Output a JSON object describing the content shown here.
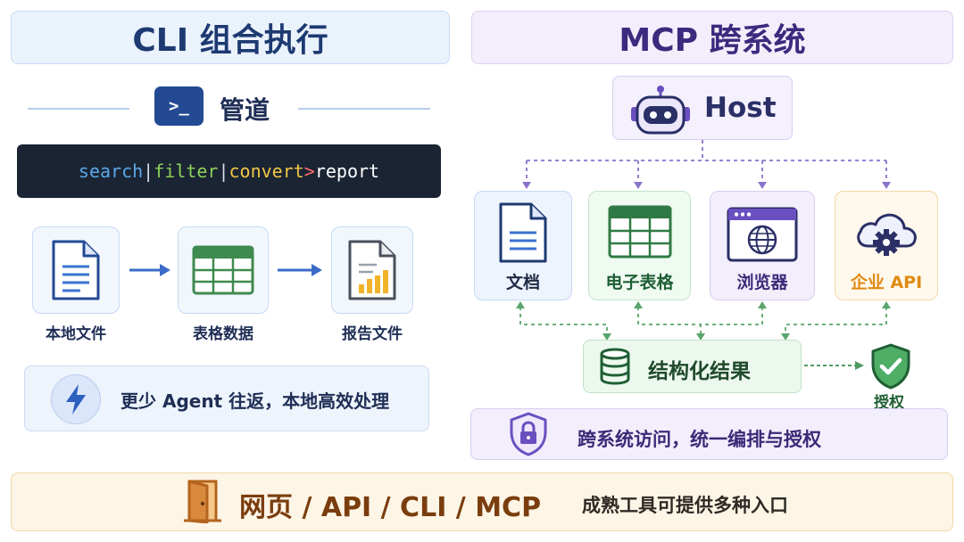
{
  "left_panel": {
    "title": "CLI 组合执行",
    "pipe_section": {
      "icon": "terminal-icon",
      "label": "管道"
    },
    "command": {
      "search": "search",
      "filter": "filter",
      "convert": "convert",
      "report": "report",
      "pipe_symbol": "|",
      "redirect_symbol": ">"
    },
    "flow": [
      {
        "icon": "document-icon",
        "label": "本地文件"
      },
      {
        "icon": "spreadsheet-icon",
        "label": "表格数据"
      },
      {
        "icon": "report-chart-icon",
        "label": "报告文件"
      }
    ],
    "note": {
      "icon": "lightning-icon",
      "text": "更少 Agent 往返，本地高效处理"
    }
  },
  "right_panel": {
    "title": "MCP 跨系统",
    "host": {
      "icon": "robot-icon",
      "label": "Host"
    },
    "systems": [
      {
        "icon": "document-icon",
        "label": "文档",
        "color": "#1e3a72"
      },
      {
        "icon": "spreadsheet-icon",
        "label": "电子表格",
        "color": "#1f5f34"
      },
      {
        "icon": "browser-globe-icon",
        "label": "浏览器",
        "color": "#3b2a78"
      },
      {
        "icon": "cloud-gear-icon",
        "label": "企业 API",
        "color": "#e08a12"
      }
    ],
    "result": {
      "icon": "database-icon",
      "label": "结构化结果"
    },
    "auth": {
      "icon": "shield-check-icon",
      "label": "授权"
    },
    "access": {
      "icon": "shield-lock-icon",
      "text": "跨系统访问，统一编排与授权"
    }
  },
  "bottom_bar": {
    "icon": "door-icon",
    "main": "网页 / API / CLI / MCP",
    "sub": "成熟工具可提供多种入口"
  },
  "colors": {
    "cli_accent": "#234a93",
    "mcp_accent": "#6a4fc0",
    "green_accent": "#3f9a57",
    "orange_accent": "#e08a12",
    "bottom_accent": "#b4641c"
  }
}
